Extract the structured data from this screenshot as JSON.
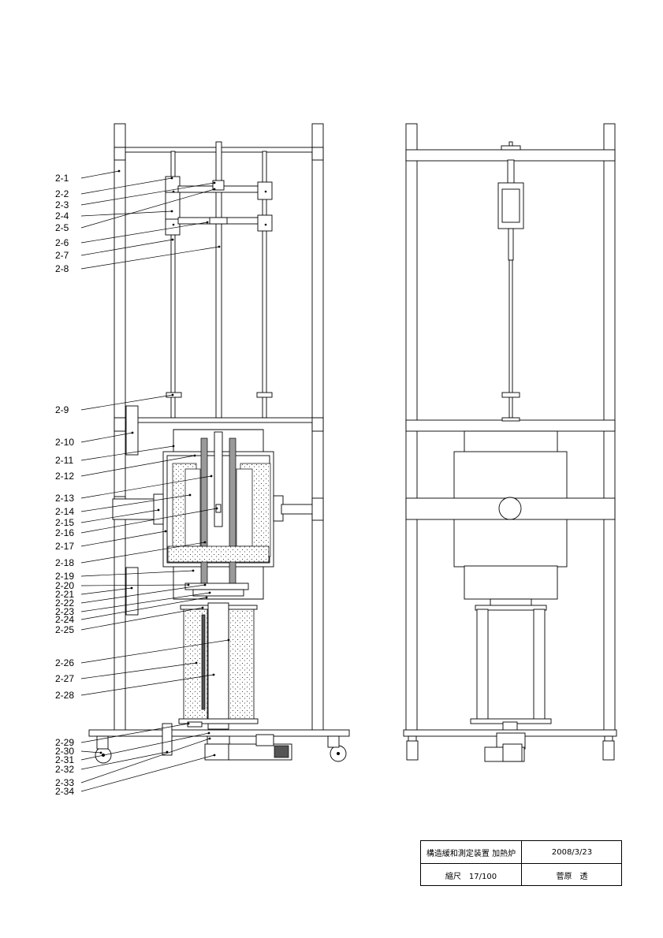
{
  "labels": [
    "2-1",
    "2-2",
    "2-3",
    "2-4",
    "2-5",
    "2-6",
    "2-7",
    "2-8",
    "2-9",
    "2-10",
    "2-11",
    "2-12",
    "2-13",
    "2-14",
    "2-15",
    "2-16",
    "2-17",
    "2-18",
    "2-19",
    "2-20",
    "2-21",
    "2-22",
    "2-23",
    "2-24",
    "2-25",
    "2-26",
    "2-27",
    "2-28",
    "2-29",
    "2-30",
    "2-31",
    "2-32",
    "2-33",
    "2-34"
  ],
  "title_block": {
    "title": "構造緩和測定装置 加熱炉",
    "date": "2008/3/23",
    "scale": "縮尺　17/100",
    "author": "菅原　透"
  }
}
